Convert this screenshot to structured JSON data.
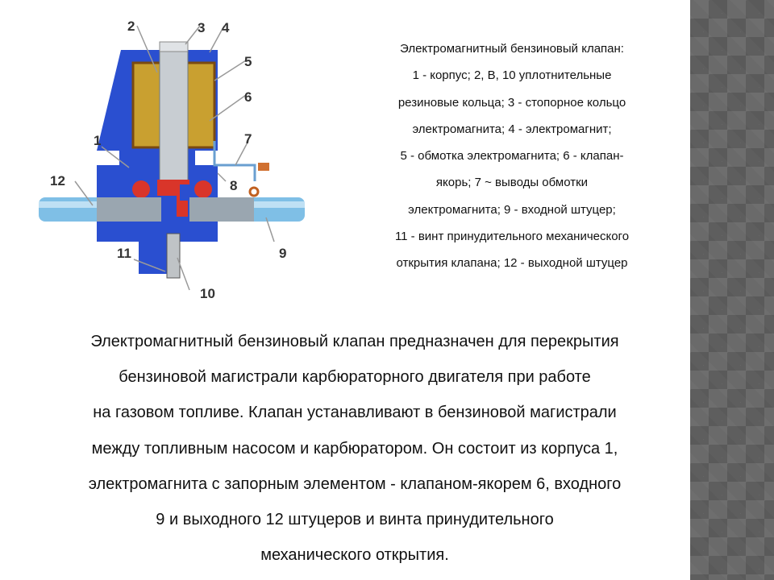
{
  "diagram": {
    "labels": [
      "1",
      "2",
      "3",
      "4",
      "5",
      "6",
      "7",
      "8",
      "9",
      "10",
      "11",
      "12"
    ]
  },
  "caption": {
    "lines": [
      "Электромагнитный бензиновый клапан:",
      "1 - корпус; 2, В, 10 уплотнительные",
      "резиновые кольца; 3 - стопорное кольцо",
      "электромагнита; 4 - электромагнит;",
      "5 - обмотка электромагнита; 6 - клапан-",
      "якорь; 7 ~ выводы обмотки",
      "электромагнита; 9 - входной штуцер;",
      "11 - винт принудительного механического",
      "открытия клапана; 12 - выходной штуцер"
    ]
  },
  "body": {
    "lines": [
      "Электромагнитный бензиновый клапан предназначен для перекрытия",
      "бензиновой магистрали карбюраторного двигателя при работе",
      "на газовом топливе. Клапан устанавливают в бензиновой магистрали",
      "между топливным насосом и карбюратором. Он состоит из корпуса 1,",
      "электромагнита с запорным элементом - клапаном-якорем 6, входного",
      "9 и выходного 12 штуцеров и винта  принудительного",
      "механического открытия."
    ]
  },
  "colors": {
    "body_blue": "#2a4fd0",
    "coil": "#c9a030",
    "strip": "#6e6e6e"
  }
}
